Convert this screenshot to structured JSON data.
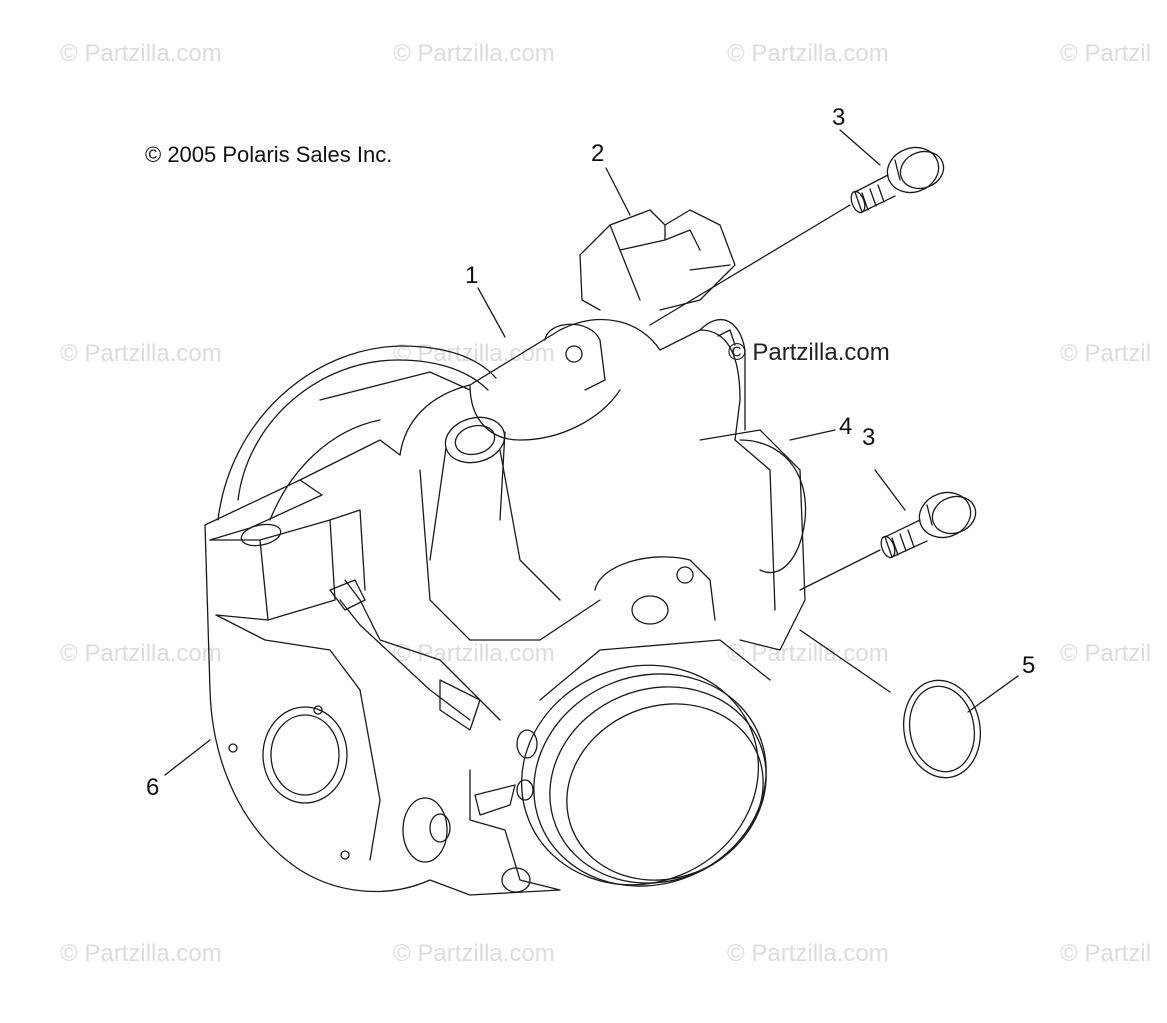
{
  "copyright": "© 2005 Polaris Sales Inc.",
  "watermark": "© Partzilla.com",
  "watermark_edge": "© Partzil",
  "center_watermark": "© Partzilla.com",
  "callouts": {
    "c1": "1",
    "c2": "2",
    "c3a": "3",
    "c3b": "3",
    "c4": "4",
    "c5": "5",
    "c6": "6"
  }
}
